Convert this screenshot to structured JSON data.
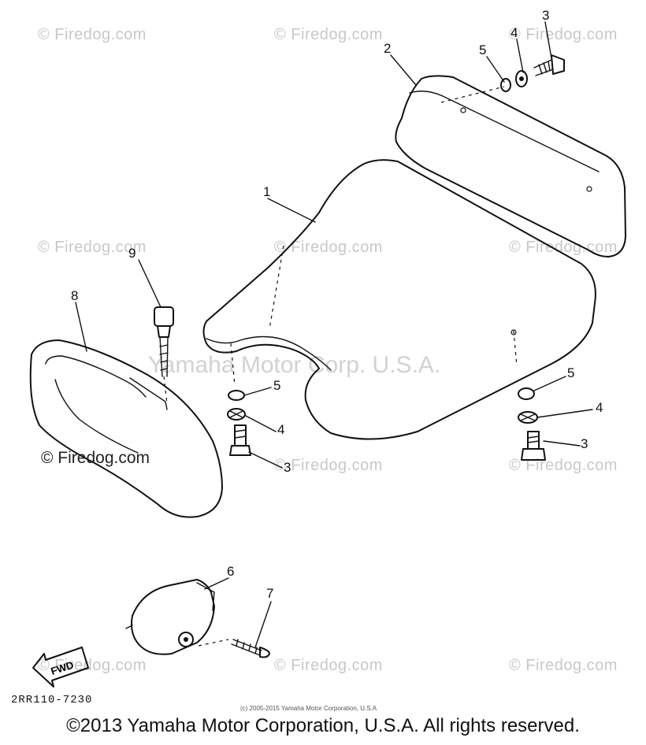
{
  "watermarks": {
    "text": "© Firedog.com",
    "center_text": "Yamaha Motor Corp. U.S.A.",
    "foreground_mark": "© Firedog.com"
  },
  "callouts": {
    "c1": "1",
    "c2": "2",
    "c3a": "3",
    "c4a": "4",
    "c5a": "5",
    "c9": "9",
    "c8": "8",
    "c5b": "5",
    "c4b": "4",
    "c3b": "3",
    "c5c": "5",
    "c4c": "4",
    "c3c": "3",
    "c6": "6",
    "c7": "7"
  },
  "fwd_label": "FWD",
  "drawing_code": "2RR110-7230",
  "small_copyright": "(c) 2005-2015 Yamaha Motor Corporation, U.S.A",
  "footer": "©2013 Yamaha Motor Corporation, U.S.A. All rights reserved."
}
